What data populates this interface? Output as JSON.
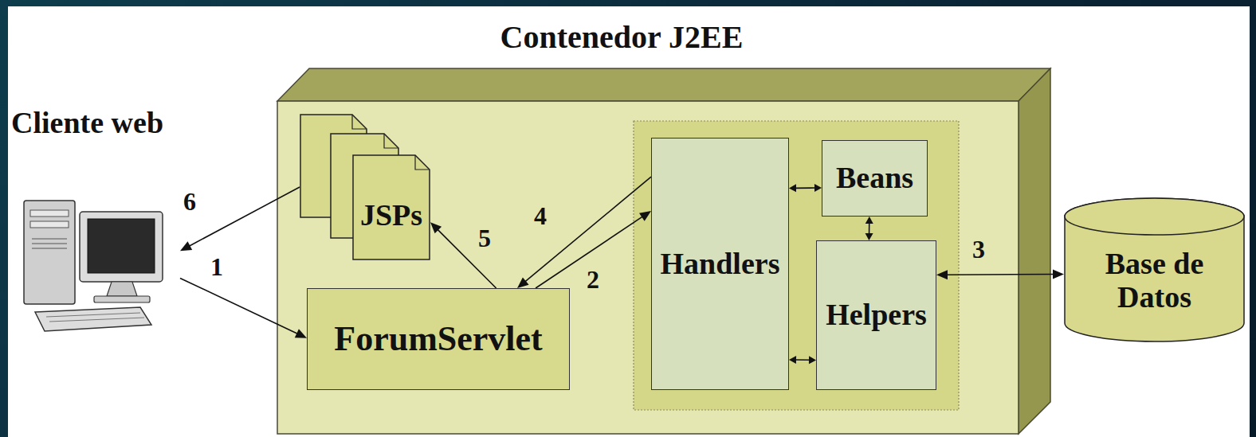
{
  "diagram": {
    "nodes": [
      {
        "text": [
          "Contenedor J2EE"
        ]
      },
      {
        "text": [
          "Cliente web"
        ]
      },
      {
        "text": [
          "JSPs"
        ],
        "in": 0
      },
      {
        "text": [
          "ForumServlet"
        ],
        "in": 0
      },
      {
        "text": [
          "Handlers"
        ],
        "in": 0
      },
      {
        "text": [
          "Beans"
        ],
        "in": 0
      },
      {
        "text": [
          "Helpers"
        ],
        "in": 0
      },
      {
        "text": [
          "Base de Datos"
        ]
      }
    ],
    "edges": [
      {
        "from": 1,
        "to": 3,
        "label": "1",
        "arrow": "to"
      },
      {
        "from": 3,
        "to": 4,
        "label": "2",
        "arrow": "to"
      },
      {
        "from": 6,
        "to": 7,
        "label": "3",
        "arrow": "both"
      },
      {
        "from": 4,
        "to": 3,
        "label": "4",
        "arrow": "to"
      },
      {
        "from": 3,
        "to": 2,
        "label": "5",
        "arrow": "to"
      },
      {
        "from": 2,
        "to": 1,
        "label": "6",
        "arrow": "to"
      },
      {
        "from": 4,
        "to": 5,
        "arrow": "both"
      },
      {
        "from": 5,
        "to": 6,
        "arrow": "both"
      },
      {
        "from": 4,
        "to": 6,
        "arrow": "both"
      }
    ]
  }
}
